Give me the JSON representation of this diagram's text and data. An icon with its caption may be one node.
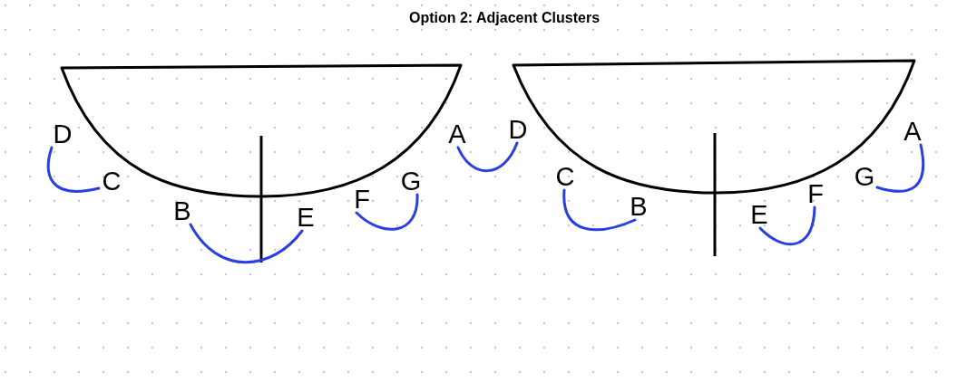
{
  "diagram": {
    "title": "Option 2: Adjacent Clusters",
    "nodes": [
      {
        "text": [
          "D"
        ]
      },
      {
        "text": [
          "C"
        ]
      },
      {
        "text": [
          "B"
        ]
      },
      {
        "text": [
          "E"
        ]
      },
      {
        "text": [
          "F"
        ]
      },
      {
        "text": [
          "G"
        ]
      },
      {
        "text": [
          "A"
        ]
      },
      {
        "text": [
          "D"
        ]
      },
      {
        "text": [
          "C"
        ]
      },
      {
        "text": [
          "B"
        ]
      },
      {
        "text": [
          "E"
        ]
      },
      {
        "text": [
          "F"
        ]
      },
      {
        "text": [
          "G"
        ]
      },
      {
        "text": [
          "A"
        ]
      }
    ],
    "edges": [
      {
        "from": 0,
        "to": 1,
        "arrow": "none"
      },
      {
        "from": 2,
        "to": 3,
        "arrow": "none"
      },
      {
        "from": 4,
        "to": 5,
        "arrow": "none"
      },
      {
        "from": 6,
        "to": 7,
        "arrow": "none"
      },
      {
        "from": 8,
        "to": 9,
        "arrow": "none"
      },
      {
        "from": 10,
        "to": 11,
        "arrow": "none"
      },
      {
        "from": 12,
        "to": 13,
        "arrow": "none"
      }
    ]
  }
}
